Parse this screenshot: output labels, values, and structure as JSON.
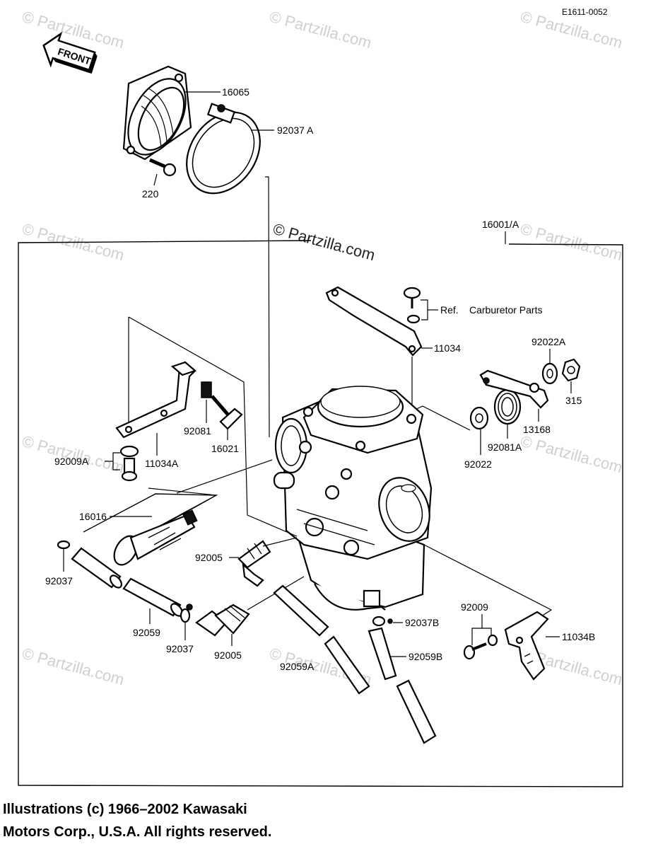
{
  "diagram_code": "E1611-0052",
  "front_label": "FRONT",
  "watermark_main": "© Partzilla.com",
  "watermark_faint": "© Partzilla.com",
  "parts": {
    "p16065": "16065",
    "p92037A": "92037 A",
    "p220": "220",
    "p16001A": "16001/A",
    "ref_label": "Ref.",
    "carb_parts": "Carburetor Parts",
    "p11034": "11034",
    "p92022A": "92022A",
    "p315": "315",
    "p13168": "13168",
    "p92081A": "92081A",
    "p92022": "92022",
    "p92081": "92081",
    "p16021": "16021",
    "p11034A": "11034A",
    "p92009A": "92009A",
    "p16016": "16016",
    "p92005_a": "92005",
    "p92037_a": "92037",
    "p92059": "92059",
    "p92037_b": "92037",
    "p92005_b": "92005",
    "p92059A": "92059A",
    "p92037B": "92037B",
    "p92059B": "92059B",
    "p92009": "92009",
    "p11034B": "11034B"
  },
  "copyright": {
    "line1": "Illustrations (c) 1966–2002 Kawasaki",
    "line2": "Motors Corp., U.S.A.  All rights reserved."
  }
}
